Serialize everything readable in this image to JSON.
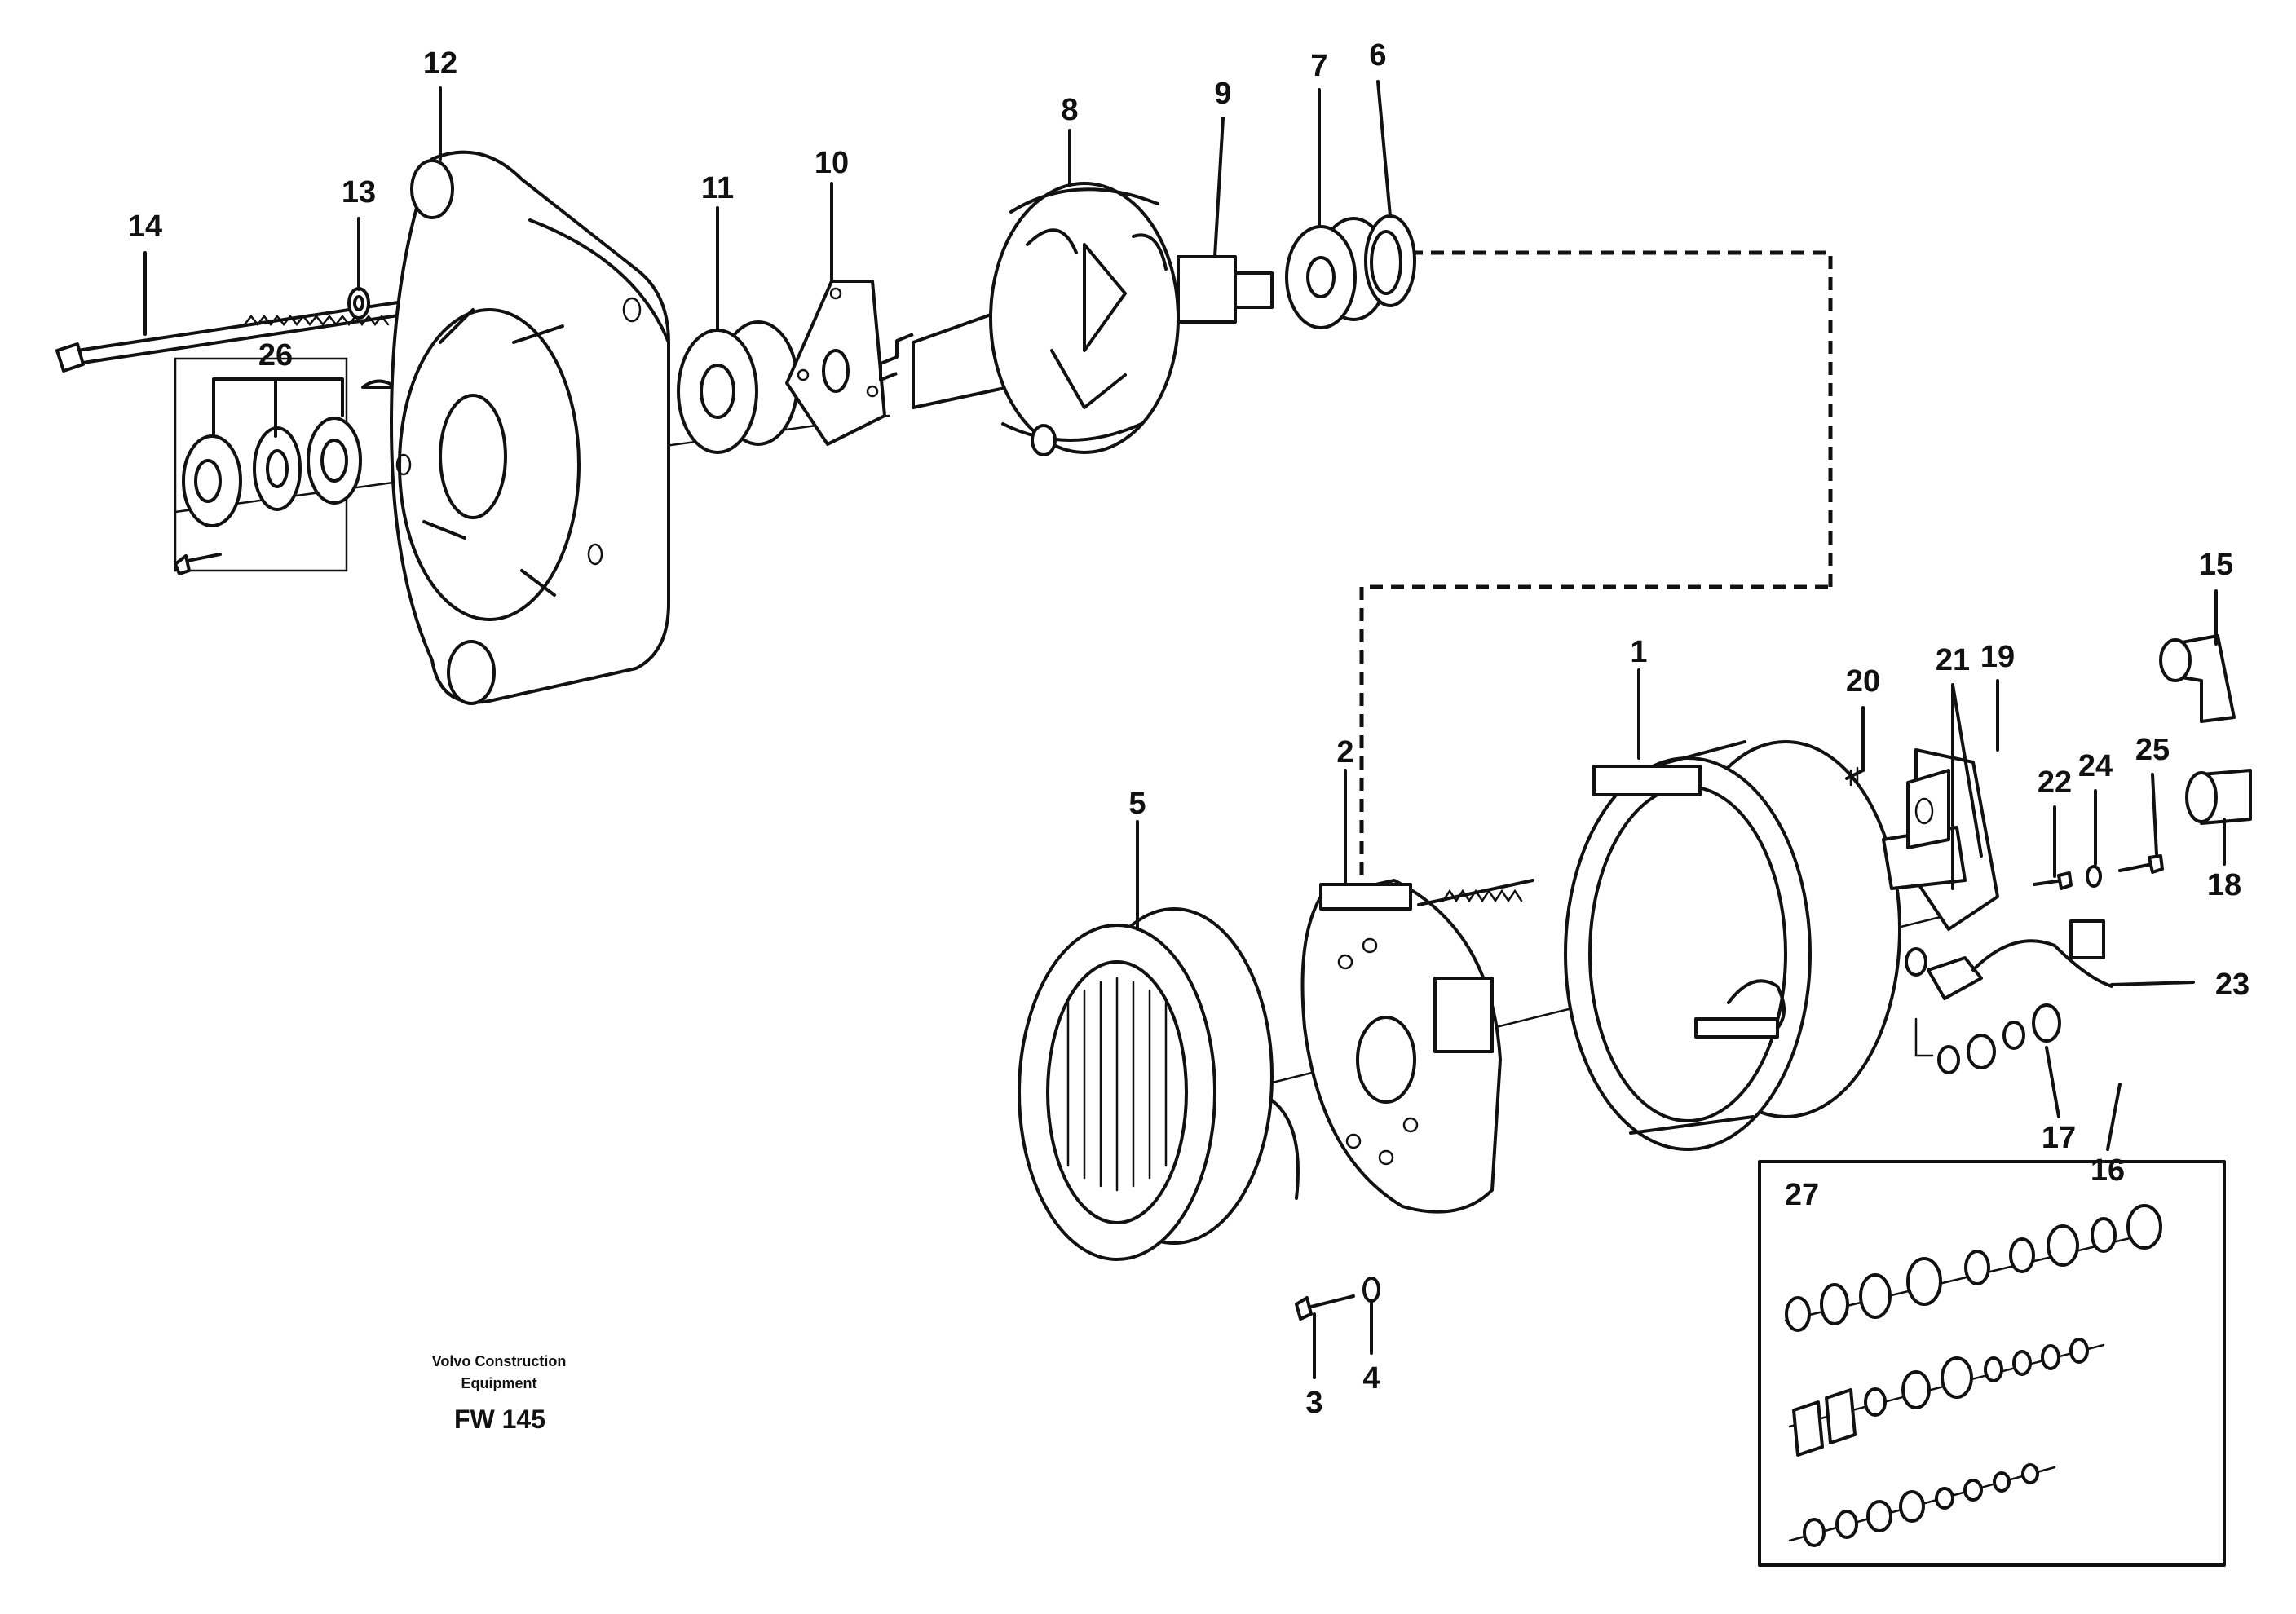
{
  "callouts": [
    "1",
    "2",
    "3",
    "4",
    "5",
    "6",
    "7",
    "8",
    "9",
    "10",
    "11",
    "12",
    "13",
    "14",
    "15",
    "16",
    "17",
    "18",
    "19",
    "20",
    "21",
    "22",
    "23",
    "24",
    "25",
    "26",
    "27"
  ],
  "caption": {
    "line1": "Volvo Construction",
    "line2": "Equipment",
    "code": "FW 145"
  }
}
